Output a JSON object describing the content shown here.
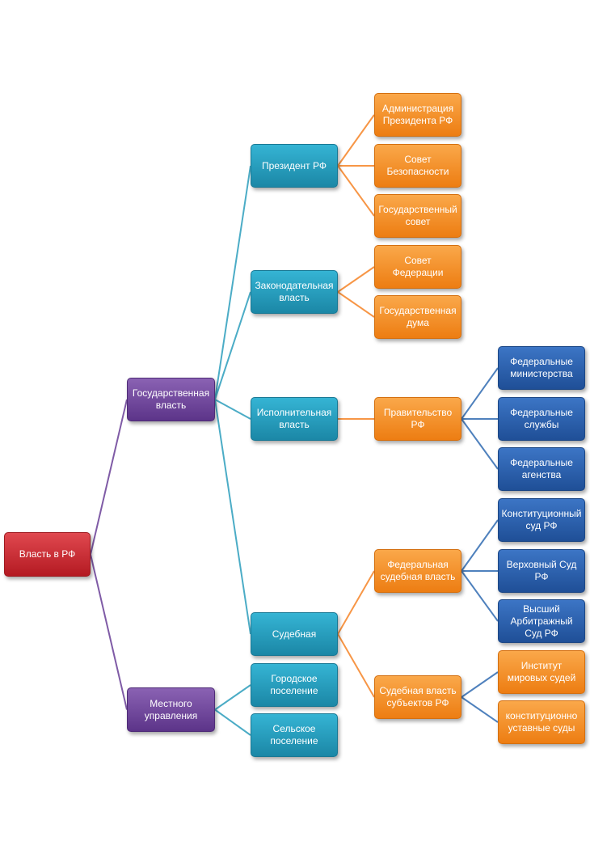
{
  "colors": {
    "root": "#c0272d",
    "level1": "#7048a0",
    "level2": "#23a1c2",
    "level3": "#f28c28",
    "level4": "#2a5fad",
    "line_purple": "#7f5ba6",
    "line_teal": "#4bacc6",
    "line_orange": "#f79646",
    "line_blue": "#4f81bd"
  },
  "nodes": {
    "root": "Власть в РФ",
    "state_power": "Государственная власть",
    "local_government": "Местного управления",
    "president": "Президент РФ",
    "legislative": "Законодательная власть",
    "executive": "Исполнительная власть",
    "judicial": "Судебная",
    "urban_settlement": "Городское поселение",
    "rural_settlement": "Сельское поселение",
    "presidential_administration": "Администрация Президента РФ",
    "security_council": "Совет Безопасности",
    "state_council": "Государственный совет",
    "federation_council": "Совет Федерации",
    "state_duma": "Государственная дума",
    "government": "Правительство РФ",
    "federal_judiciary": "Федеральная судебная власть",
    "regional_judiciary": "Судебная власть субъектов РФ",
    "federal_ministries": "Федеральные министерства",
    "federal_services": "Федеральные службы",
    "federal_agencies": "Федеральные агенства",
    "constitutional_court": "Конституционный суд РФ",
    "supreme_court": "Верховный Суд РФ",
    "arbitration_court": "Высший Арбитражный Суд РФ",
    "justices_of_peace": "Институт мировых судей",
    "charter_courts": "конституционно уставные суды"
  },
  "edges": [
    [
      "root",
      "state_power"
    ],
    [
      "root",
      "local_government"
    ],
    [
      "state_power",
      "president"
    ],
    [
      "state_power",
      "legislative"
    ],
    [
      "state_power",
      "executive"
    ],
    [
      "state_power",
      "judicial"
    ],
    [
      "local_government",
      "urban_settlement"
    ],
    [
      "local_government",
      "rural_settlement"
    ],
    [
      "president",
      "presidential_administration"
    ],
    [
      "president",
      "security_council"
    ],
    [
      "president",
      "state_council"
    ],
    [
      "legislative",
      "federation_council"
    ],
    [
      "legislative",
      "state_duma"
    ],
    [
      "executive",
      "government"
    ],
    [
      "judicial",
      "federal_judiciary"
    ],
    [
      "judicial",
      "regional_judiciary"
    ],
    [
      "government",
      "federal_ministries"
    ],
    [
      "government",
      "federal_services"
    ],
    [
      "government",
      "federal_agencies"
    ],
    [
      "federal_judiciary",
      "constitutional_court"
    ],
    [
      "federal_judiciary",
      "supreme_court"
    ],
    [
      "federal_judiciary",
      "arbitration_court"
    ],
    [
      "regional_judiciary",
      "justices_of_peace"
    ],
    [
      "regional_judiciary",
      "charter_courts"
    ]
  ]
}
